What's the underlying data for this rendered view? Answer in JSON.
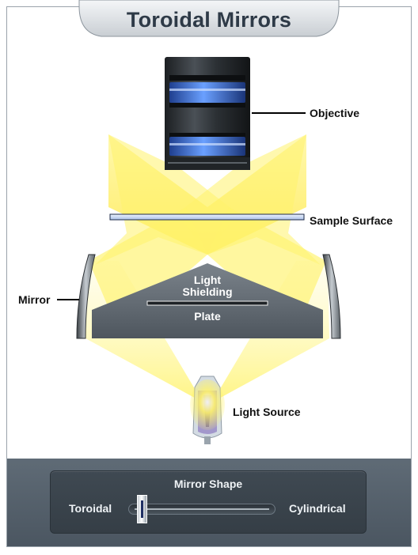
{
  "title": "Toroidal Mirrors",
  "labels": {
    "objective": "Objective",
    "sample_surface": "Sample Surface",
    "mirror": "Mirror",
    "plate_line1": "Light",
    "plate_line2": "Shielding",
    "plate_line3": "Plate",
    "light_source": "Light Source"
  },
  "control": {
    "title": "Mirror Shape",
    "left_label": "Toroidal",
    "right_label": "Cylindrical",
    "slider_value": 0.03
  },
  "colors": {
    "title_text": "#2e3a47",
    "beam_yellow": "#fff36b",
    "panel": "#56616c",
    "lens_blue": "#3b6fd0"
  }
}
